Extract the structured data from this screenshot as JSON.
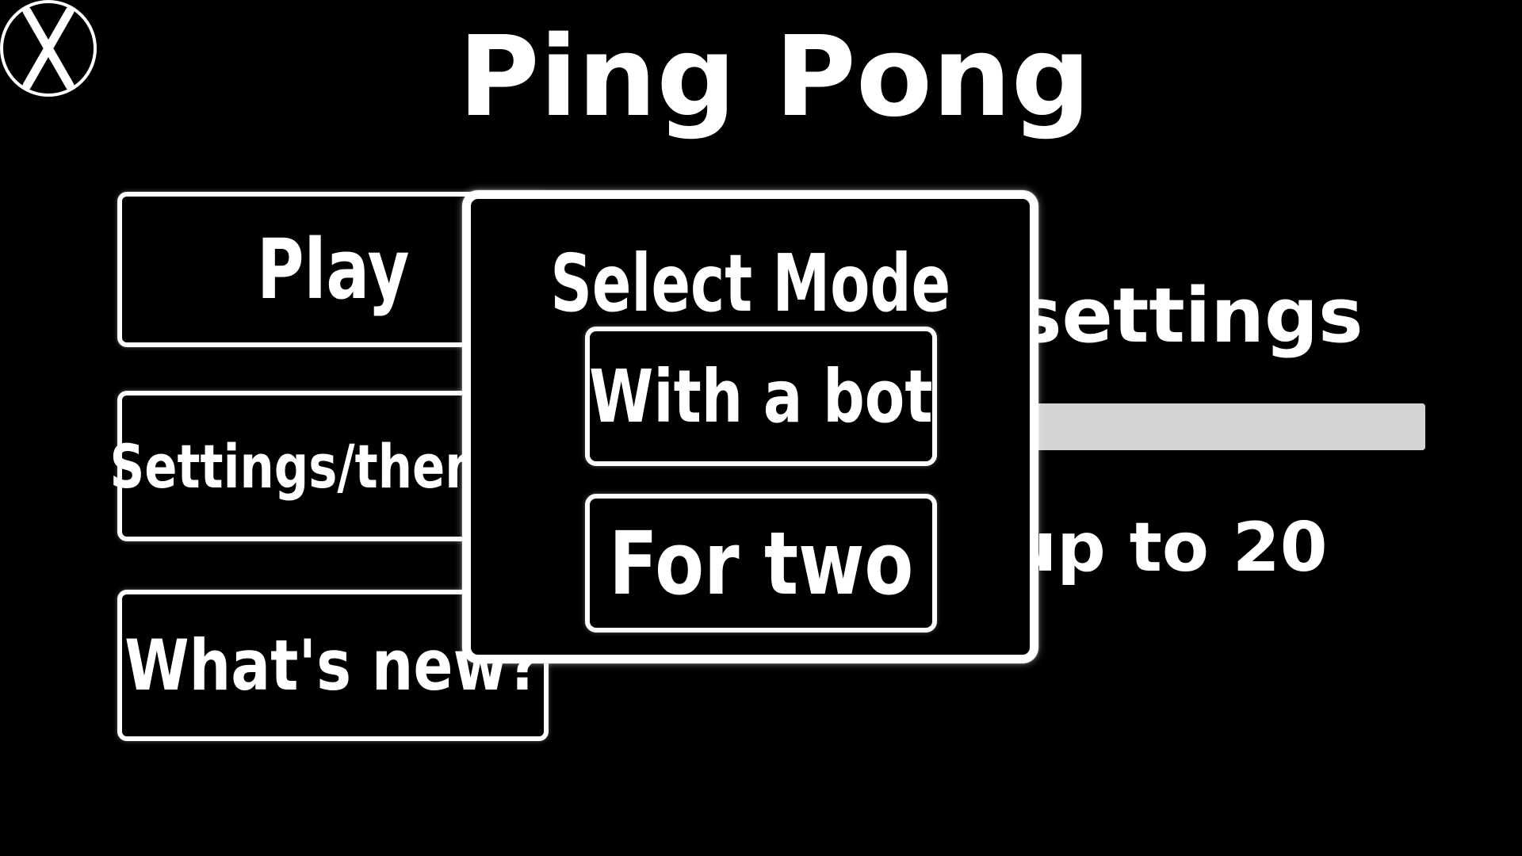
{
  "title": {
    "text": "Ping Pong"
  },
  "menu": {
    "play_label": "Play",
    "settings_label": "Settings/themes",
    "whats_new_label": "What's new?"
  },
  "modal": {
    "title": "Select Mode",
    "with_bot_label": "With a bot",
    "for_two_label": "For two",
    "close_icon": "X"
  },
  "side_panel": {
    "heading": "settings",
    "limit_label": "up to 20"
  },
  "colors": {
    "background": "#000000",
    "foreground": "#ffffff",
    "slider": "#d4d4d4"
  }
}
